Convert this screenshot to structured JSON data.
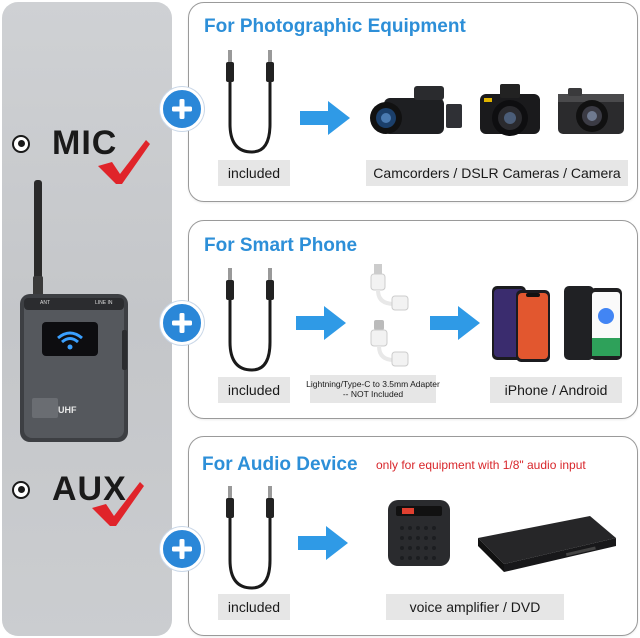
{
  "modes": {
    "mic": "MIC",
    "aux": "AUX"
  },
  "sections": [
    {
      "title": "For Photographic Equipment",
      "included": "included",
      "devices": "Camcorders / DSLR Cameras / Camera"
    },
    {
      "title": "For Smart Phone",
      "included": "included",
      "adapter_line1": "Lightning/Type-C to 3.5mm Adapter",
      "adapter_line2": "-- NOT Included",
      "devices": "iPhone / Android"
    },
    {
      "title": "For Audio Device",
      "note": "only for equipment with 1/8\" audio input",
      "included": "included",
      "devices": "voice amplifier / DVD"
    }
  ],
  "transmitter": {
    "label_left": "ANT",
    "label_right": "LINE IN",
    "brand": "UHF"
  },
  "colors": {
    "accent": "#2d8fd8",
    "plus": "#2a87d8",
    "check": "#e0242a",
    "note": "#d8262b",
    "tag": "#e6e6e6"
  }
}
